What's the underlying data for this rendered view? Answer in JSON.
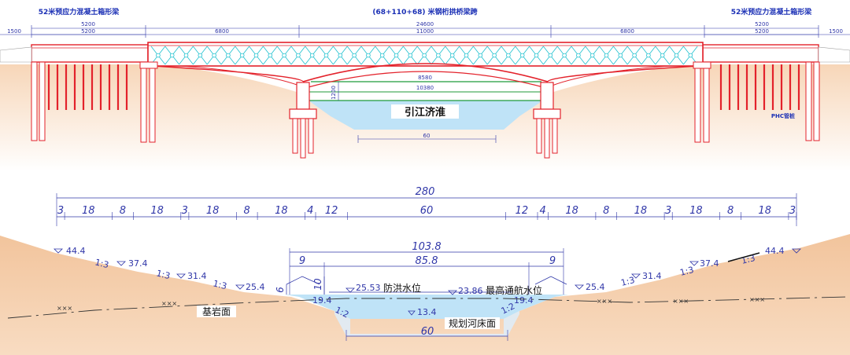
{
  "colors": {
    "soil": "#f3ccaa",
    "soil_top": "#fbe1c6",
    "water": "#bfe3f7",
    "bridge_red": "#e3222b",
    "truss_cyan": "#1ec1cf",
    "dim_blue": "#2f36a8",
    "title_blue": "#1a2fb5",
    "green_line": "#1f9a3a"
  },
  "elevation": {
    "title_left": "52米预应力混凝土箱形梁",
    "title_center": "(68+110+68) 米钢桁拱桥梁跨",
    "title_right": "52米预应力混凝土箱形梁",
    "total_span": "24600",
    "left_span": "5200",
    "left_span_inner": "5200",
    "right_span": "5200",
    "right_span_inner": "5200",
    "end_left": "1500",
    "end_right": "1500",
    "side_span_left": "6800",
    "main_span": "11000",
    "side_span_right": "6800",
    "clear_width_upper": "8580",
    "clear_width_lower": "10380",
    "clear_height": "1200",
    "river_name": "引江济淮",
    "channel_width": "60",
    "pile_label": "PHC管桩"
  },
  "section": {
    "total_width": "280",
    "segments": [
      "3",
      "18",
      "8",
      "18",
      "3",
      "18",
      "8",
      "18",
      "4",
      "12",
      "60",
      "12",
      "4",
      "18",
      "8",
      "18",
      "3",
      "18",
      "8",
      "18",
      "3"
    ],
    "top_width": "103.8",
    "mid_width": "85.8",
    "berm_left": "9",
    "berm_right": "9",
    "height_6": "6",
    "height_10": "10",
    "elev_left_top": "44.4",
    "elev_left_2": "37.4",
    "elev_left_3": "31.4",
    "elev_left_4": "25.4",
    "elev_right_4": "25.4",
    "elev_right_3": "31.4",
    "elev_right_2": "37.4",
    "elev_right_top": "44.4",
    "slope_13": "1:3",
    "slope_12": "1:2",
    "elev_step_left": "19.4",
    "elev_step_right": "19.4",
    "elev_bed": "13.4",
    "flood_level_value": "25.53",
    "flood_level_label": "防洪水位",
    "nav_level_value": "23.86",
    "nav_level_label": "最高通航水位",
    "bedrock_label": "基岩面",
    "bedrock_mark": "×××",
    "bed_label": "规划河床面",
    "bed_width": "60"
  }
}
